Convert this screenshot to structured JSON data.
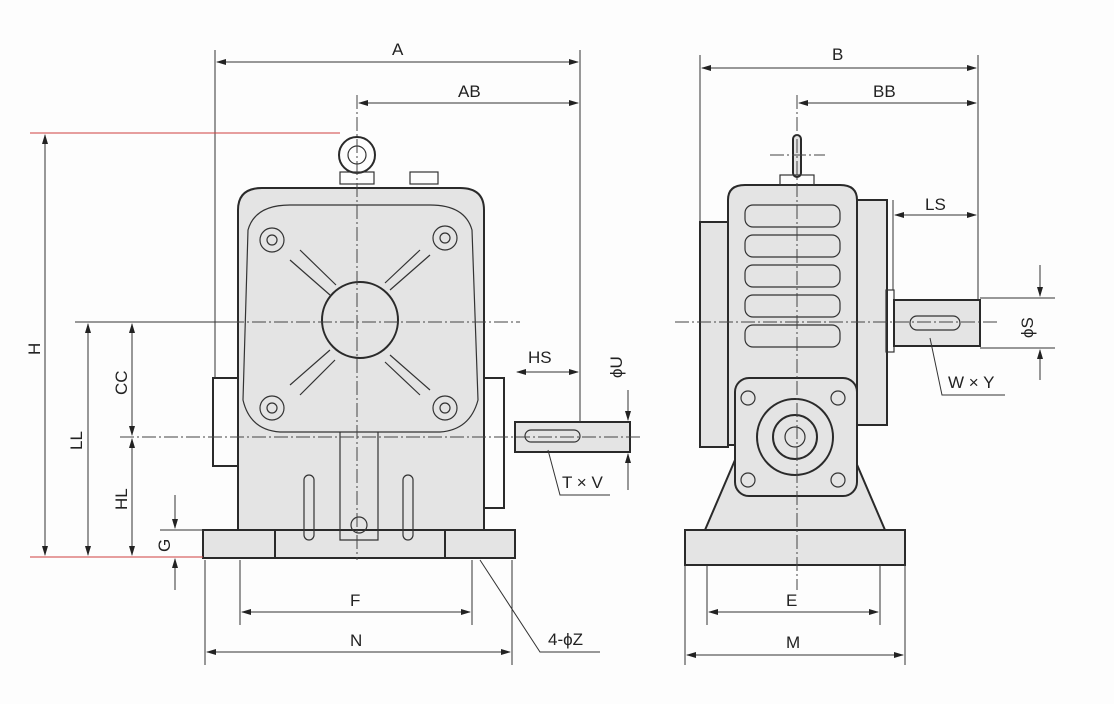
{
  "title": "Worm gear reducer dimension drawing",
  "front_view": {
    "labels": {
      "A": "A",
      "AB": "AB",
      "H": "H",
      "LL": "LL",
      "CC": "CC",
      "HL": "HL",
      "G": "G",
      "HS": "HS",
      "U": "ϕU",
      "TV": "T × V",
      "F": "F",
      "N": "N",
      "Z": "4-ϕZ"
    }
  },
  "side_view": {
    "labels": {
      "B": "B",
      "BB": "BB",
      "LS": "LS",
      "S": "ϕS",
      "WY": "W × Y",
      "E": "E",
      "M": "M"
    }
  },
  "colors": {
    "line": "#2a2a2a",
    "accent_line": "#d04040"
  }
}
